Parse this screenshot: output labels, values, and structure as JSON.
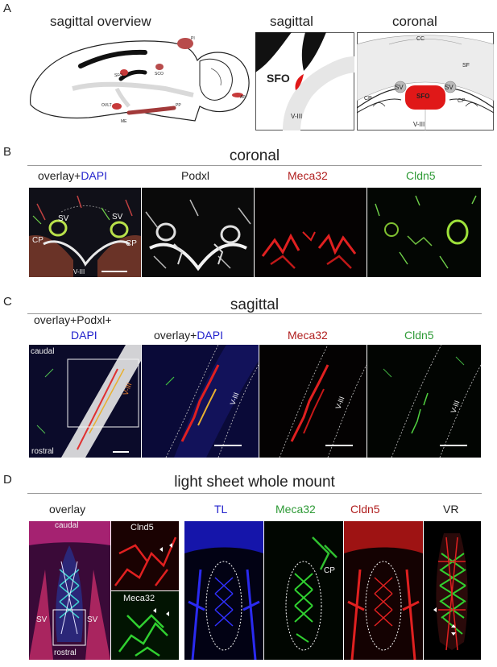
{
  "panels": {
    "A": {
      "letter": "A",
      "overview_title": "sagittal overview",
      "sagittal_title": "sagittal",
      "coronal_title": "coronal",
      "overview_regions": {
        "pi": "PI",
        "sfo": "SFO",
        "sco": "SCO",
        "ovlt": "OVLT",
        "me": "ME",
        "pp": "PP",
        "ap": "AP"
      },
      "sagittal_labels": {
        "sfo": "SFO",
        "v3": "V-III"
      },
      "coronal_labels": {
        "cc": "CC",
        "sf": "SF",
        "sv_left": "SV",
        "sv_right": "SV",
        "sfo": "SFO",
        "cp_left": "CP",
        "cp_right": "CP",
        "v3": "V-III"
      }
    },
    "B": {
      "letter": "B",
      "section_title": "coronal",
      "col1_prefix": "overlay+",
      "col1_dapi": "DAPI",
      "col2": "Podxl",
      "col3": "Meca32",
      "col4": "Cldn5",
      "image_labels": {
        "sv_left": "SV",
        "sv_right": "SV",
        "cp_left": "CP",
        "cp_right": "CP",
        "v3": "V-III"
      }
    },
    "C": {
      "letter": "C",
      "section_title": "sagittal",
      "col1_line1": "overlay+Podxl+",
      "col1_dapi": "DAPI",
      "col2_prefix": "overlay+",
      "col2_dapi": "DAPI",
      "col3": "Meca32",
      "col4": "Cldn5",
      "image_labels": {
        "caudal": "caudal",
        "rostral": "rostral",
        "v3_a": "V-III",
        "v3_b": "V-III",
        "v3_c": "V-III",
        "v3_d": "V-III"
      }
    },
    "D": {
      "letter": "D",
      "section_title": "light sheet whole mount",
      "col1": "overlay",
      "col2": "TL",
      "col3": "Meca32",
      "col4": "Cldn5",
      "col5": "VR",
      "image_labels": {
        "caudal": "caudal",
        "rostral": "rostral",
        "sv_left": "SV",
        "sv_right": "SV",
        "clnd5": "Clnd5",
        "meca32": "Meca32",
        "cp": "CP"
      }
    }
  },
  "colors": {
    "dapi_blue": "#2222cc",
    "meca32_red": "#b01e1e",
    "cldn5_green": "#2e9a36",
    "sfo_red": "#e01818"
  }
}
